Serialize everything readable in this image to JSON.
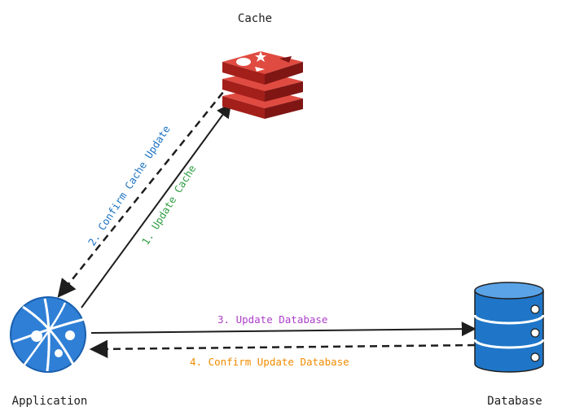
{
  "nodes": {
    "cache": {
      "label": "Cache",
      "icon": "redis-cache-icon",
      "color": "#c9302c"
    },
    "application": {
      "label": "Application",
      "icon": "web-app-globe-icon",
      "color": "#2f7fd6"
    },
    "database": {
      "label": "Database",
      "icon": "database-cylinder-icon",
      "color": "#1f76c8"
    }
  },
  "edges": {
    "update_cache": {
      "label": "1. Update Cache",
      "color": "#2f9e44",
      "style": "solid"
    },
    "confirm_cache_update": {
      "label": "2. Confirm Cache Update",
      "color": "#1971c2",
      "style": "dashed"
    },
    "update_database": {
      "label": "3. Update Database",
      "color": "#ae3ec9",
      "style": "solid"
    },
    "confirm_update_database": {
      "label": "4. Confirm Update Database",
      "color": "#f08c00",
      "style": "dashed"
    }
  }
}
